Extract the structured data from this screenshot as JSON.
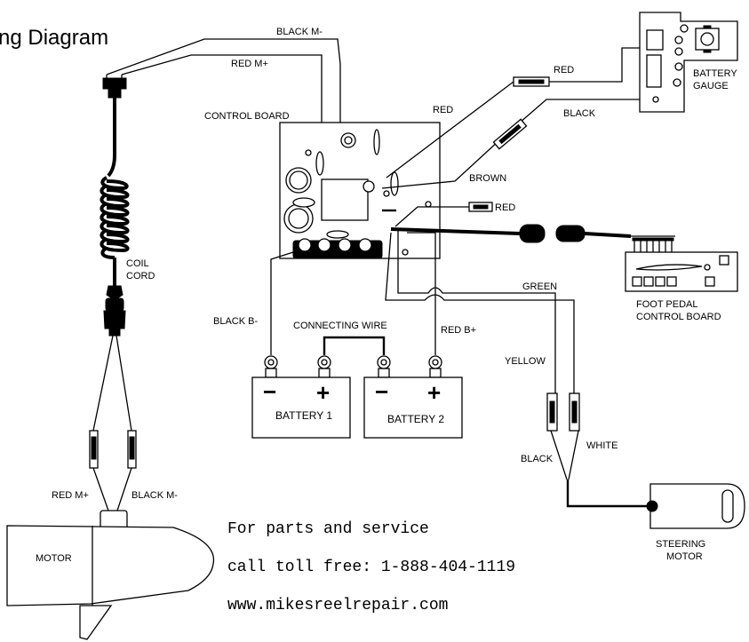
{
  "title": "ng Diagram",
  "labels": {
    "black_m_top": "BLACK M-",
    "red_m_top": "RED M+",
    "control_board": "CONTROL BOARD",
    "red_upper": "RED",
    "red_fuse": "RED",
    "black_fuse": "BLACK",
    "battery_gauge_1": "BATTERY",
    "battery_gauge_2": "GAUGE",
    "brown": "BROWN",
    "red_connector": "RED",
    "coil_1": "COIL",
    "coil_2": "CORD",
    "green": "GREEN",
    "foot_pedal_1": "FOOT PEDAL",
    "foot_pedal_2": "CONTROL BOARD",
    "black_b": "BLACK B-",
    "connecting_wire": "CONNECTING WIRE",
    "red_b": "RED  B+",
    "yellow": "YELLOW",
    "battery_1": "BATTERY 1",
    "battery_2": "BATTERY 2",
    "black_lower": "BLACK",
    "white": "WHITE",
    "red_m_bottom": "RED M+",
    "black_m_bottom": "BLACK M-",
    "motor": "MOTOR",
    "steering_1": "STEERING",
    "steering_2": "MOTOR"
  },
  "battery_symbols": {
    "minus": "−",
    "plus": "+"
  },
  "contact": {
    "line1": "For parts and service",
    "line2": "call toll free: 1-888-404-1119",
    "line3": "www.mikesreelrepair.com"
  }
}
